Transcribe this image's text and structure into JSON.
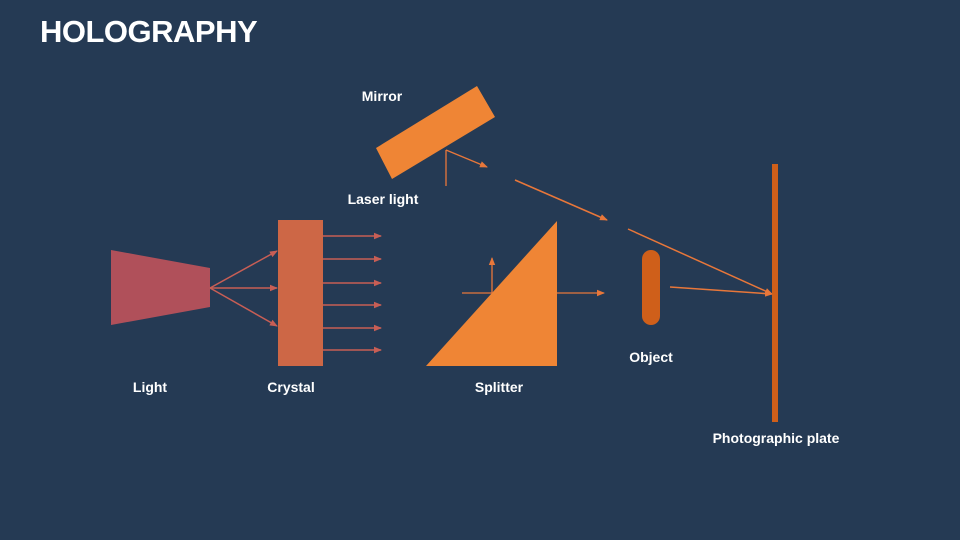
{
  "title": "HOLOGRAPHY",
  "labels": {
    "mirror": "Mirror",
    "laser_light": "Laser light",
    "light": "Light",
    "crystal": "Crystal",
    "splitter": "Splitter",
    "object": "Object",
    "photographic_plate": "Photographic plate"
  },
  "colors": {
    "background": "#253a54",
    "light_source": "#b0505a",
    "crystal": "#cd6746",
    "splitter": "#ef8535",
    "mirror": "#ef8535",
    "object": "#cf5f1a",
    "plate": "#cf5f1a",
    "beam_red": "#c85e55",
    "beam_orange": "#e8773a"
  }
}
